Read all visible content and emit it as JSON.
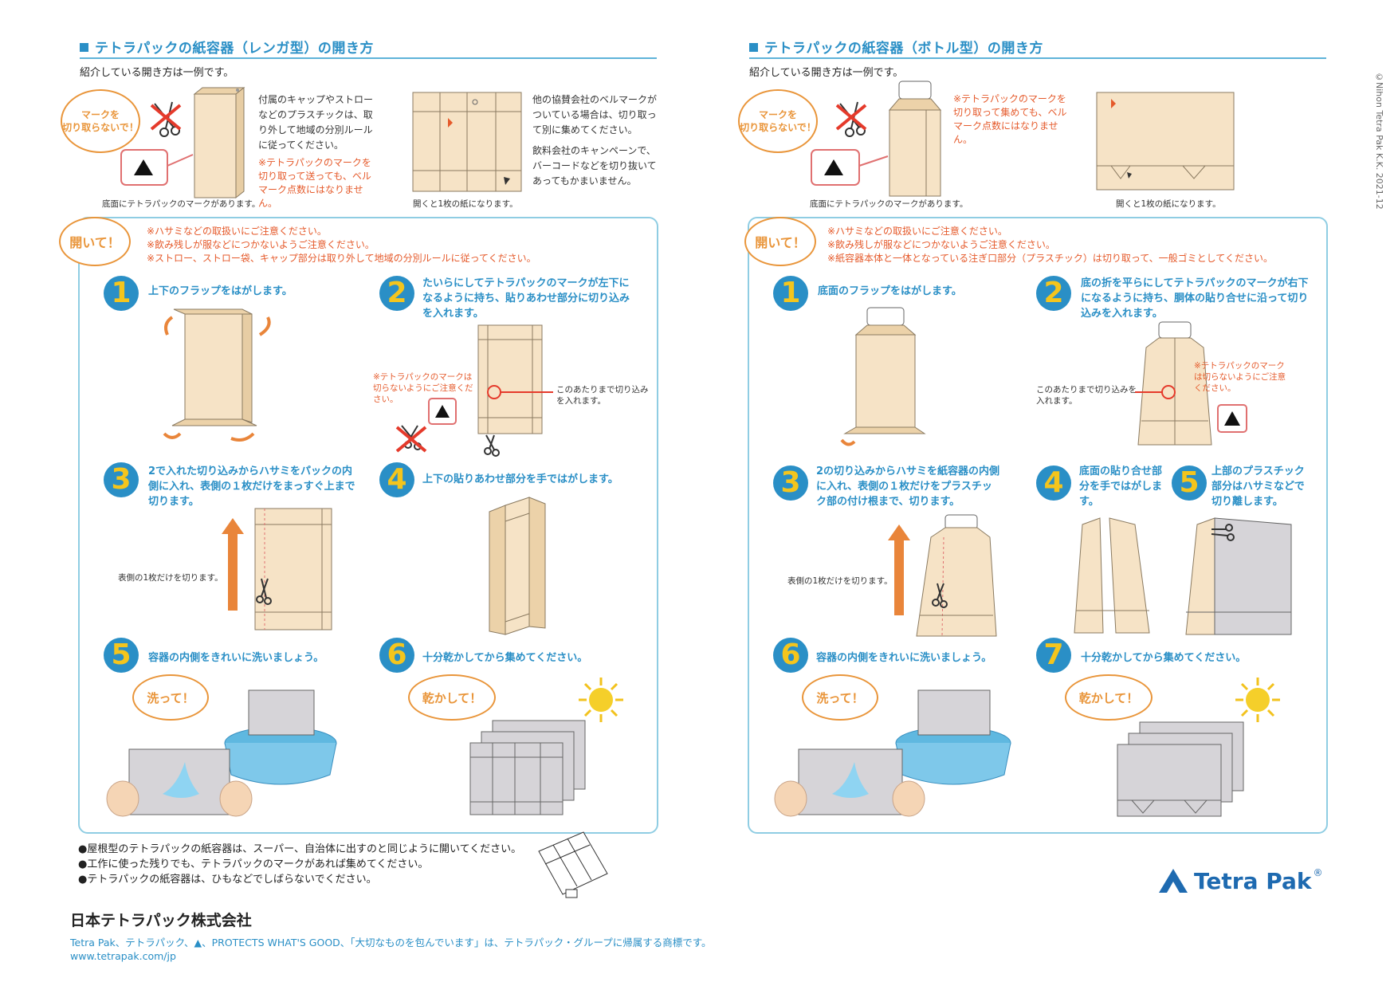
{
  "left": {
    "title": "テトラパックの紙容器（レンガ型）の開き方",
    "intro": "紹介している開き方は一例です。",
    "mark_bubble": "マークを\n切り取らないで！",
    "bottom_caption": "底面にテトラパックのマークがあります。",
    "note1": "付属のキャップやストローなどのプラスチックは、取り外して地域の分別ルールに従ってください。",
    "warn1": "※テトラパックのマークを切り取って送っても、ベルマーク点数にはなりません。",
    "flat_caption": "開くと1枚の紙になります。",
    "note2": "他の協賛会社のベルマークがついている場合は、切り取って別に集めてください。",
    "note3": "飲料会社のキャンペーンで、バーコードなどを切り抜いてあってもかまいません。",
    "open_bubble": "開いて！",
    "cautions": [
      "※ハサミなどの取扱いにご注意ください。",
      "※飲み残しが服などにつかないようご注意ください。",
      "※ストロー、ストロー袋、キャップ部分は取り外して地域の分別ルールに従ってください。"
    ],
    "steps": [
      {
        "n": "1",
        "text": "上下のフラップをはがします。"
      },
      {
        "n": "2",
        "text": "たいらにしてテトラパックのマークが左下になるように持ち、貼りあわせ部分に切り込みを入れます。"
      },
      {
        "n": "3",
        "text": "2で入れた切り込みからハサミをパックの内側に入れ、表側の１枚だけをまっすぐ上まで切ります。"
      },
      {
        "n": "4",
        "text": "上下の貼りあわせ部分を手ではがします。"
      },
      {
        "n": "5",
        "text": "容器の内側をきれいに洗いましょう。"
      },
      {
        "n": "6",
        "text": "十分乾かしてから集めてください。"
      }
    ],
    "step2_warn": "※テトラパックのマークは切らないようにご注意ください。",
    "step2_note": "このあたりまで切り込みを入れます。",
    "step3_note": "表側の1枚だけを切ります。",
    "wash_bubble": "洗って！",
    "dry_bubble": "乾かして！"
  },
  "right": {
    "title": "テトラパックの紙容器（ボトル型）の開き方",
    "intro": "紹介している開き方は一例です。",
    "mark_bubble": "マークを\n切り取らないで！",
    "warn1": "※テトラパックのマークを切り取って集めても、ベルマーク点数にはなりません。",
    "bottom_caption": "底面にテトラパックのマークがあります。",
    "flat_caption": "開くと1枚の紙になります。",
    "open_bubble": "開いて！",
    "cautions": [
      "※ハサミなどの取扱いにご注意ください。",
      "※飲み残しが服などにつかないようご注意ください。",
      "※紙容器本体と一体となっている注ぎ口部分（プラスチック）は切り取って、一般ゴミとしてください。"
    ],
    "steps": [
      {
        "n": "1",
        "text": "底面のフラップをはがします。"
      },
      {
        "n": "2",
        "text": "底の折を平らにしてテトラパックのマークが右下になるように持ち、胴体の貼り合せに沿って切り込みを入れます。"
      },
      {
        "n": "3",
        "text": "2の切り込みからハサミを紙容器の内側に入れ、表側の１枚だけをプラスチック部の付け根まで、切ります。"
      },
      {
        "n": "4",
        "text": "底面の貼り合せ部分を手ではがします。"
      },
      {
        "n": "5",
        "text": "上部のプラスチック部分はハサミなどで切り離します。"
      },
      {
        "n": "6",
        "text": "容器の内側をきれいに洗いましょう。"
      },
      {
        "n": "7",
        "text": "十分乾かしてから集めてください。"
      }
    ],
    "step2_warn": "※テトラパックのマークは切らないようにご注意ください。",
    "step2_note": "このあたりまで切り込みを入れます。",
    "step3_note": "表側の1枚だけを切ります。",
    "wash_bubble": "洗って！",
    "dry_bubble": "乾かして！"
  },
  "bullets": [
    "●屋根型のテトラパックの紙容器は、スーパー、自治体に出すのと同じように開いてください。",
    "●工作に使った残りでも、テトラパックのマークがあれば集めてください。",
    "●テトラパックの紙容器は、ひもなどでしばらないでください。"
  ],
  "company": "日本テトラパック株式会社",
  "trademark": "Tetra Pak、テトラパック、▲、PROTECTS WHAT'S GOOD、「大切なものを包んでいます」は、テトラパック・グループに帰属する商標です。",
  "url": "www.tetrapak.com/jp",
  "copyright": "©Nihon Tetra Pak K.K. 2021-12",
  "logo_text": "Tetra Pak",
  "logo_reg": "®",
  "colors": {
    "accent": "#2a8fc6",
    "warn": "#e55a2b",
    "carton": "#f6e3c6",
    "bubble": "#e9953a"
  }
}
